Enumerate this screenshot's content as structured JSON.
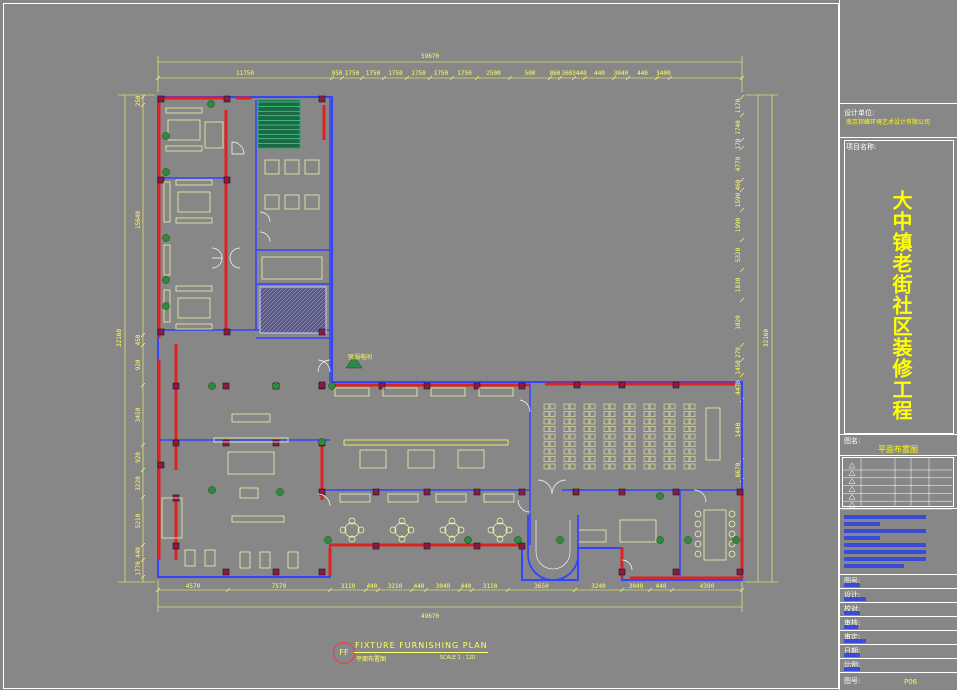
{
  "drawing": {
    "overall_width_top": "59670",
    "overall_width_bottom": "49670",
    "overall_height_left": "32160",
    "overall_height_right": "32160",
    "top_dims": [
      "11750",
      "950",
      "1750",
      "1750",
      "1750",
      "1750",
      "1750",
      "1750",
      "2500",
      "500",
      "860",
      "360",
      "3440",
      "440",
      "3040",
      "440",
      "3400"
    ],
    "bottom_dims": [
      "4570",
      "7570",
      "3110",
      "440",
      "3210",
      "440",
      "3040",
      "440",
      "3110",
      "3650",
      "3240",
      "3040",
      "440",
      "4390"
    ],
    "left_dims": [
      "250",
      "15640",
      "450",
      "920",
      "3450",
      "920",
      "3220",
      "5210",
      "440",
      "1770"
    ],
    "right_dims": [
      "1170",
      "1740",
      "170",
      "4770",
      "460",
      "1590",
      "1990",
      "5320",
      "1830",
      "1020",
      "270",
      "1450",
      "4470",
      "1440",
      "6670"
    ],
    "room_label": "强弱电间",
    "caption_title": "FIXTURE FURNISHING PLAN",
    "caption_sub": "平面布置图",
    "caption_scale": "SCALE 1 : 120",
    "caption_badge": "FF"
  },
  "titleblock": {
    "design_unit_label": "设计单位:",
    "design_unit": "南京邦峰环境艺术设计有限公司",
    "project_label": "项目名称:",
    "project_name": "大中镇老街社区装修工程",
    "drawing_label": "图名:",
    "drawing_name": "平面布置图",
    "field_1": "图号:",
    "field_2": "设计:",
    "field_3": "校对:",
    "field_4": "审核:",
    "field_5": "审定:",
    "field_6": "日期:",
    "field_7": "比例:",
    "sheet_no_label": "图号:",
    "sheet_no": "P06"
  }
}
